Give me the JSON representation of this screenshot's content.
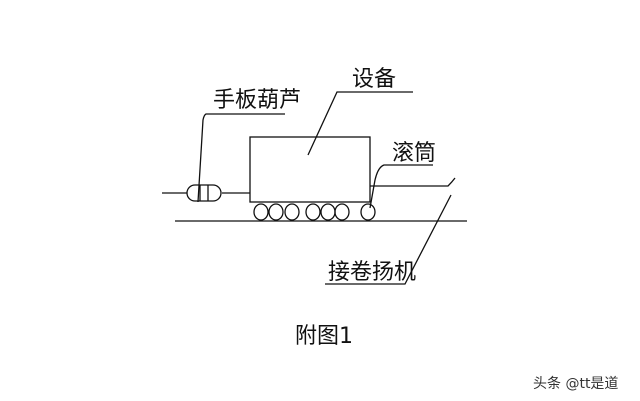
{
  "labels": {
    "hoist": "手板葫芦",
    "equipment": "设备",
    "roller": "滚筒",
    "winch": "接卷扬机"
  },
  "caption": "附图1",
  "watermark": "头条 @tt是道"
}
